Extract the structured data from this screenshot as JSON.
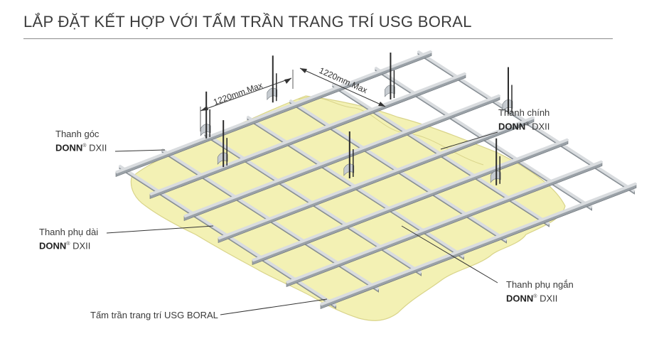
{
  "title": "LẮP ĐẶT KẾT HỢP VỚI TẤM TRẦN TRANG TRÍ USG BORAL",
  "dimensions": {
    "left": "1220mm.Max",
    "right": "1220mm.Max"
  },
  "labels": {
    "corner": {
      "line1": "Thanh góc",
      "brand": "DONN",
      "reg": "®",
      "model": "DXII"
    },
    "main": {
      "line1": "Thanh chính",
      "brand": "DONN",
      "reg": "®",
      "model": "DXII"
    },
    "long_tee": {
      "line1": "Thanh phụ dài",
      "brand": "DONN",
      "reg": "®",
      "model": "DXII"
    },
    "short_tee": {
      "line1": "Thanh phụ ngắn",
      "brand": "DONN",
      "reg": "®",
      "model": "DXII"
    },
    "panel": {
      "line1": "Tấm trần trang trí USG BORAL"
    }
  },
  "colors": {
    "panel": "#f3f1b4",
    "panel_edge": "#e2dd8f",
    "beam_top": "#d9dcdf",
    "beam_side": "#9aa1a7",
    "beam_dark": "#6b7278",
    "hanger": "#2b2b2b",
    "leader": "#333333"
  }
}
